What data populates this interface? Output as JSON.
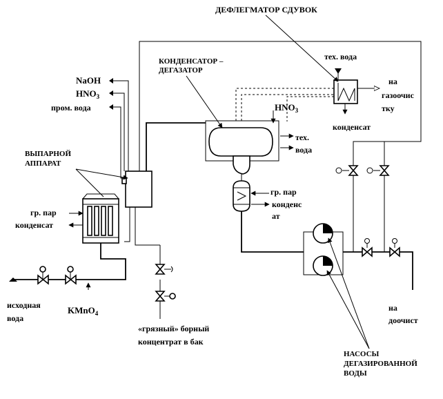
{
  "labels": {
    "deflegmator": "ДЕФЛЕГМАТОР СДУВОК",
    "kondensator_1": "КОНДЕНСАТОР –",
    "kondensator_2": "ДЕГАЗАТОР",
    "tech_water_top": "тех. вода",
    "na_1": "на",
    "na_2": "газоочис",
    "na_3": "тку",
    "kondensat_top": "конденсат",
    "naoh": "NaOH",
    "hno3_left_main": "HNO",
    "hno3_left_sub": "3",
    "prom_voda": "пром. вода",
    "hno3_mid_main": "HNO",
    "hno3_mid_sub": "3",
    "tech_1": "тех.",
    "tech_2": "вода",
    "vyparnoy_1": "ВЫПАРНОЙ",
    "vyparnoy_2": "АППАРАТ",
    "gr_par_left": "гр. пар",
    "kondensat_left": "конденсат",
    "gr_par_mid": "гр. пар",
    "kondens_mid_1": "конденс",
    "kondens_mid_2": "ат",
    "iskhodnaya_1": "исходная",
    "iskhodnaya_2": "вода",
    "kmno4_main": "KMnO",
    "kmno4_sub": "4",
    "borny_1": "«грязный» борный",
    "borny_2": "концентрат в бак",
    "na_doochist_1": "на",
    "na_doochist_2": "доочист",
    "nasosy_1": "НАСОСЫ",
    "nasosy_2": "ДЕГАЗИРОВАННОЙ",
    "nasosy_3": "ВОДЫ"
  }
}
